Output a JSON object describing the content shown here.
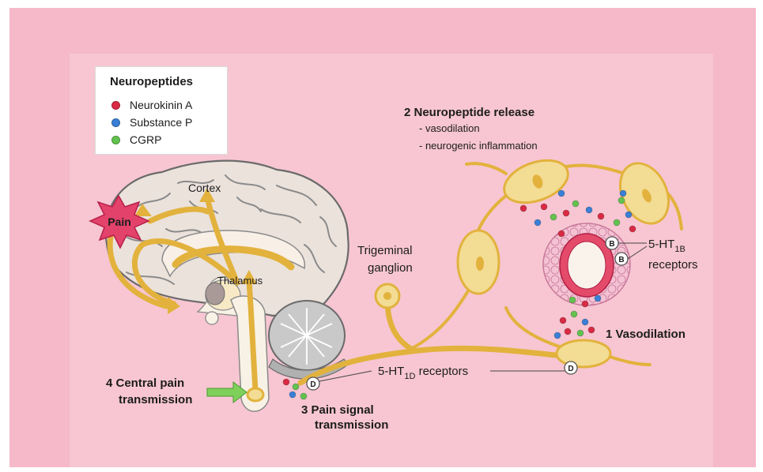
{
  "colors": {
    "frame": "#f6b9c9",
    "panel": "#f7c6d2",
    "nerve": "#e2b23d",
    "nerve_fill": "#f3dc93",
    "brain": "#ebe2dc",
    "neurokinin_a": "#d92a43",
    "substance_p": "#3a7fd6",
    "cgrp": "#62c24f",
    "vessel_wall": "#e44a6a",
    "arrow": "#7fd05a"
  },
  "legend": {
    "title": "Neuropeptides",
    "items": [
      {
        "label": "Neurokinin A",
        "color": "#d92a43"
      },
      {
        "label": "Substance P",
        "color": "#3a7fd6"
      },
      {
        "label": "CGRP",
        "color": "#62c24f"
      }
    ]
  },
  "labels": {
    "step2_title": "2 Neuropeptide release",
    "step2_line1": "- vasodilation",
    "step2_line2": "- neurogenic inflammation",
    "cortex": "Cortex",
    "pain": "Pain",
    "thalamus": "Thalamus",
    "trigeminal_line1": "Trigeminal",
    "trigeminal_line2": "ganglion",
    "ht1b_main": "5-HT",
    "ht1b_sub": "1B",
    "ht1b_line2": "receptors",
    "receptor_b": "B",
    "receptor_d": "D",
    "step1": "1 Vasodilation",
    "ht1d_main": "5-HT",
    "ht1d_sub": "1D",
    "ht1d_rest": " receptors",
    "step4_line1": "4 Central pain",
    "step4_line2": "transmission",
    "step3_line1": "3 Pain signal",
    "step3_line2": "transmission"
  }
}
